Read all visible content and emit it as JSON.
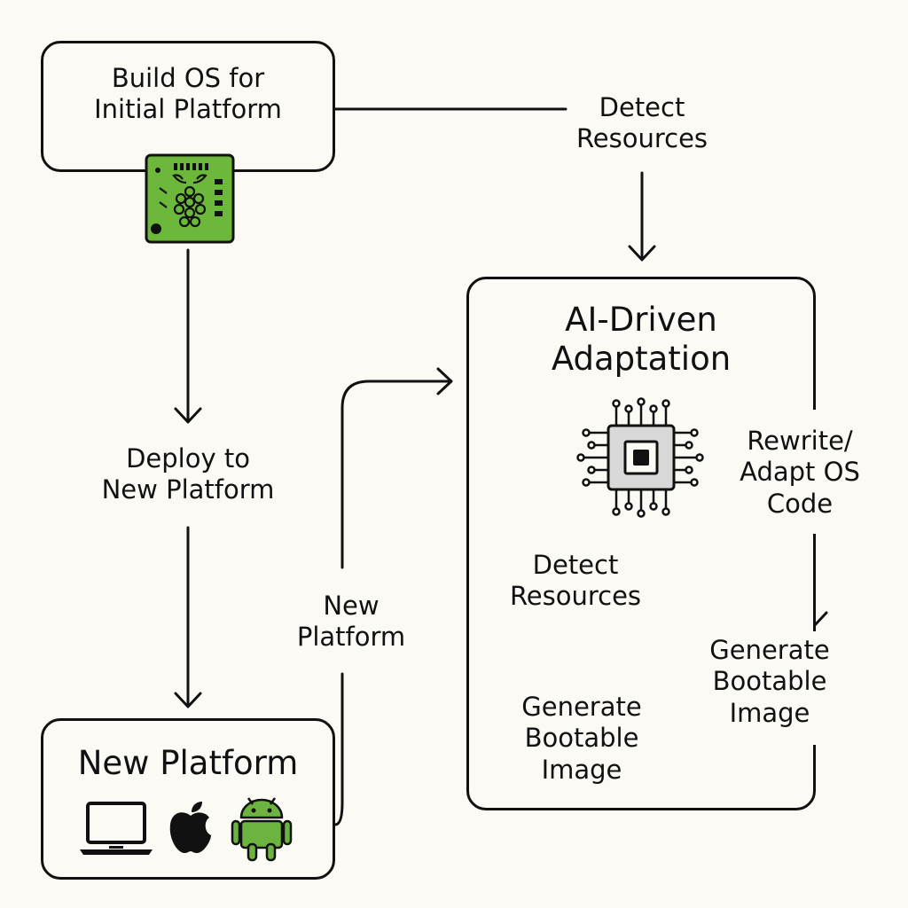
{
  "nodes": {
    "build_os": {
      "label": "Build OS for\nInitial Platform"
    },
    "new_platform": {
      "label": "New Platform"
    },
    "ai_adaptation": {
      "label": "AI-Driven\nAdaptation"
    }
  },
  "edge_labels": {
    "detect_resources_top": "Detect\nResources",
    "deploy": "Deploy to\nNew Platform",
    "new_platform_edge": "New\nPlatform",
    "rewrite": "Rewrite/\nAdapt OS\nCode",
    "generate_right": "Generate\nBootable\nImage"
  },
  "inner_labels": {
    "detect_resources": "Detect\nResources",
    "generate_left": "Generate\nBootable\nImage"
  },
  "icons": {
    "board": "raspberry-pi-board-icon",
    "laptop": "laptop-icon",
    "apple": "apple-icon",
    "android": "android-icon",
    "chip": "ai-chip-icon"
  },
  "colors": {
    "stroke": "#111111",
    "background": "#fbfaf5",
    "board_green": "#6bb83a",
    "android_green": "#6cb33f"
  }
}
